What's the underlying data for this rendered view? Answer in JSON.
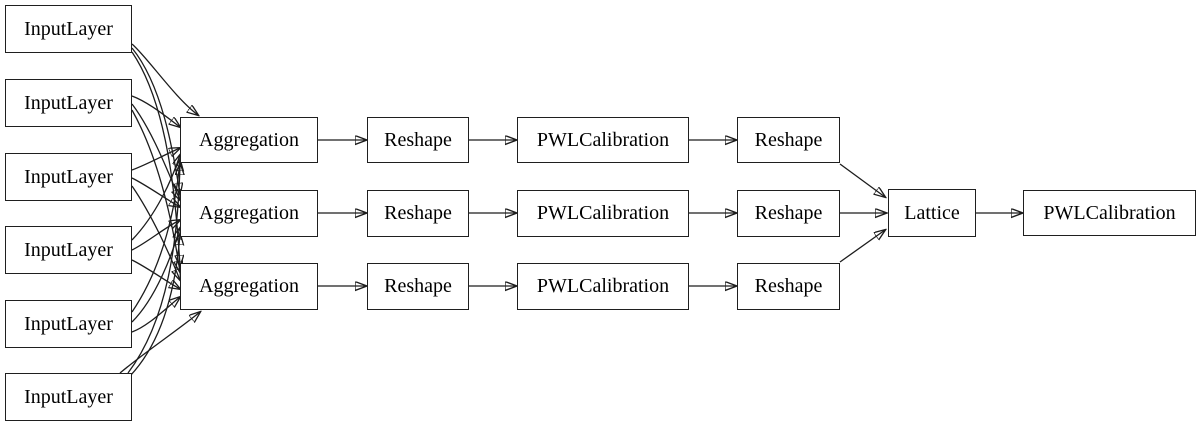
{
  "diagram": {
    "kind": "keras-model-graph",
    "background_color": "#ffffff",
    "node_fill_color": "#ffffff",
    "node_border_color": "#1f1f1f",
    "edge_color": "#1c1c1c",
    "text_color": "#000000",
    "nodes": [
      {
        "id": "input-1",
        "label": "InputLayer"
      },
      {
        "id": "input-2",
        "label": "InputLayer"
      },
      {
        "id": "input-3",
        "label": "InputLayer"
      },
      {
        "id": "input-4",
        "label": "InputLayer"
      },
      {
        "id": "input-5",
        "label": "InputLayer"
      },
      {
        "id": "input-6",
        "label": "InputLayer"
      },
      {
        "id": "aggregation-1",
        "label": "Aggregation"
      },
      {
        "id": "aggregation-2",
        "label": "Aggregation"
      },
      {
        "id": "aggregation-3",
        "label": "Aggregation"
      },
      {
        "id": "reshape-1a",
        "label": "Reshape"
      },
      {
        "id": "reshape-2a",
        "label": "Reshape"
      },
      {
        "id": "reshape-3a",
        "label": "Reshape"
      },
      {
        "id": "pwlcalibration-1",
        "label": "PWLCalibration"
      },
      {
        "id": "pwlcalibration-2",
        "label": "PWLCalibration"
      },
      {
        "id": "pwlcalibration-3",
        "label": "PWLCalibration"
      },
      {
        "id": "reshape-1b",
        "label": "Reshape"
      },
      {
        "id": "reshape-2b",
        "label": "Reshape"
      },
      {
        "id": "reshape-3b",
        "label": "Reshape"
      },
      {
        "id": "lattice",
        "label": "Lattice"
      },
      {
        "id": "pwlcalibration-final",
        "label": "PWLCalibration"
      }
    ],
    "edges": [
      {
        "from": "input-1",
        "to": "aggregation-1"
      },
      {
        "from": "input-1",
        "to": "aggregation-2"
      },
      {
        "from": "input-1",
        "to": "aggregation-3"
      },
      {
        "from": "input-2",
        "to": "aggregation-1"
      },
      {
        "from": "input-2",
        "to": "aggregation-2"
      },
      {
        "from": "input-2",
        "to": "aggregation-3"
      },
      {
        "from": "input-3",
        "to": "aggregation-1"
      },
      {
        "from": "input-3",
        "to": "aggregation-2"
      },
      {
        "from": "input-3",
        "to": "aggregation-3"
      },
      {
        "from": "input-4",
        "to": "aggregation-1"
      },
      {
        "from": "input-4",
        "to": "aggregation-2"
      },
      {
        "from": "input-4",
        "to": "aggregation-3"
      },
      {
        "from": "input-5",
        "to": "aggregation-1"
      },
      {
        "from": "input-5",
        "to": "aggregation-2"
      },
      {
        "from": "input-5",
        "to": "aggregation-3"
      },
      {
        "from": "input-6",
        "to": "aggregation-1"
      },
      {
        "from": "input-6",
        "to": "aggregation-2"
      },
      {
        "from": "input-6",
        "to": "aggregation-3"
      },
      {
        "from": "aggregation-1",
        "to": "reshape-1a"
      },
      {
        "from": "aggregation-2",
        "to": "reshape-2a"
      },
      {
        "from": "aggregation-3",
        "to": "reshape-3a"
      },
      {
        "from": "reshape-1a",
        "to": "pwlcalibration-1"
      },
      {
        "from": "reshape-2a",
        "to": "pwlcalibration-2"
      },
      {
        "from": "reshape-3a",
        "to": "pwlcalibration-3"
      },
      {
        "from": "pwlcalibration-1",
        "to": "reshape-1b"
      },
      {
        "from": "pwlcalibration-2",
        "to": "reshape-2b"
      },
      {
        "from": "pwlcalibration-3",
        "to": "reshape-3b"
      },
      {
        "from": "reshape-1b",
        "to": "lattice"
      },
      {
        "from": "reshape-2b",
        "to": "lattice"
      },
      {
        "from": "reshape-3b",
        "to": "lattice"
      },
      {
        "from": "lattice",
        "to": "pwlcalibration-final"
      }
    ]
  }
}
